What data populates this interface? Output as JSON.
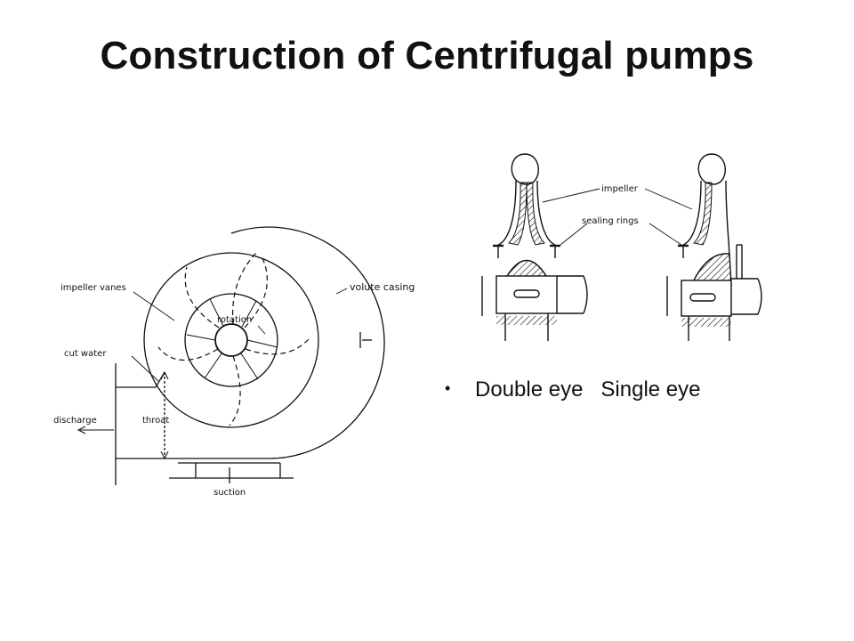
{
  "title": "Construction of Centrifugal pumps",
  "pump_labels": {
    "impeller_vanes": "impeller vanes",
    "volute_casing": "volute casing",
    "rotation": "rotation",
    "cut_water": "cut water",
    "discharge": "discharge",
    "throat": "throat",
    "suction": "suction"
  },
  "impeller_labels": {
    "impeller": "impeller",
    "sealing_rings": "sealing rings"
  },
  "caption": {
    "bullet": "•",
    "double_eye": "Double eye",
    "single_eye": "Single eye"
  },
  "colors": {
    "ink": "#111111",
    "background": "#ffffff"
  }
}
